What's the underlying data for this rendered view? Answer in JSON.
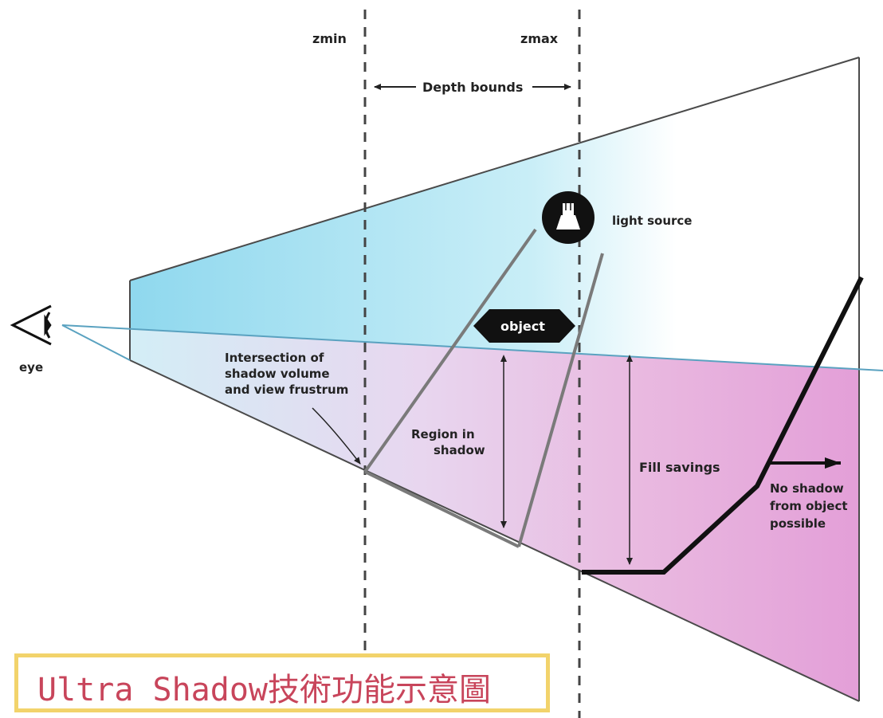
{
  "diagram": {
    "labels": {
      "zmin": "zmin",
      "zmax": "zmax",
      "depth_bounds": "Depth bounds",
      "light_source": "light source",
      "object": "object",
      "eye": "eye",
      "intersection_line1": "Intersection of",
      "intersection_line2": "shadow volume",
      "intersection_line3": "and view frustrum",
      "region_line1": "Region in",
      "region_line2": "shadow",
      "fill_savings": "Fill savings",
      "no_shadow_line1": "No shadow",
      "no_shadow_line2": "from object",
      "no_shadow_line3": "possible"
    },
    "colors": {
      "upper_fill": "#9fe1f0",
      "lower_fill": "#e7a9dc",
      "line": "#4a4a4a",
      "caption_border": "#f2d36b",
      "caption_text": "#c8455b"
    }
  },
  "caption": {
    "text": "Ultra Shadow技術功能示意圖"
  }
}
